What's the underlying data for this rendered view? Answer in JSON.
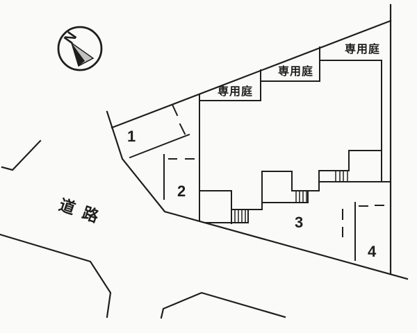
{
  "plan": {
    "compass_north": "N",
    "road_label": "道 路",
    "garden_label": "専用庭",
    "parking_spaces": [
      "1",
      "2",
      "3",
      "4"
    ]
  },
  "colors": {
    "line": "#1e1e1e",
    "background": "#fafaf8",
    "needle_gray": "#c2c2c2"
  }
}
